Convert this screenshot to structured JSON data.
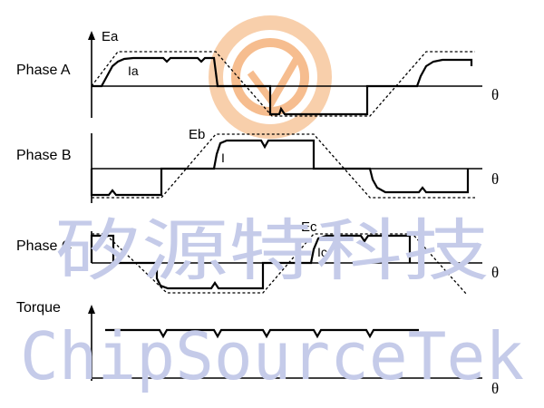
{
  "labels": {
    "phase_a": "Phase A",
    "phase_b": "Phase B",
    "phase_c": "Phase C",
    "torque": "Torque",
    "ea": "Ea",
    "eb": "Eb",
    "ec": "Ec",
    "ia": "Ia",
    "ib": "I",
    "ic": "Ic",
    "theta": "θ"
  },
  "watermark": {
    "cn": "矽源特科技",
    "en": "ChipSourceTek",
    "logo_colors": [
      "#f6c090",
      "#f3a86a"
    ]
  }
}
